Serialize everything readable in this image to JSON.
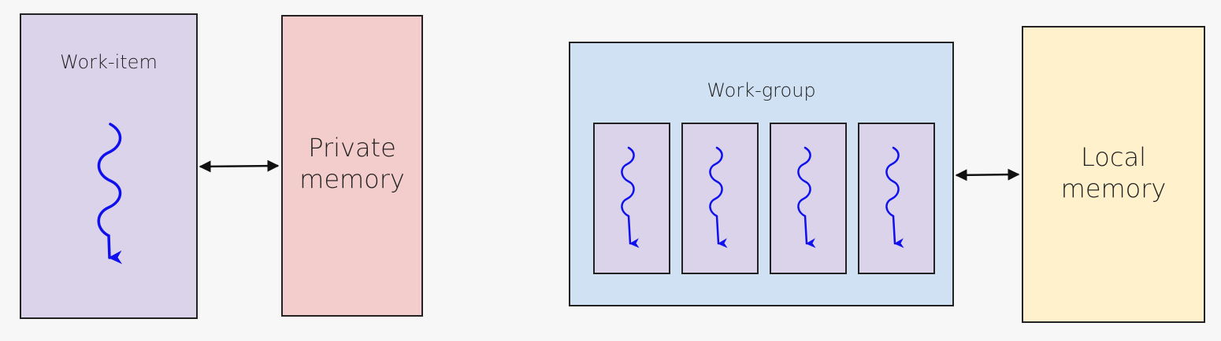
{
  "work_item": {
    "label": "Work-item"
  },
  "private_memory": {
    "label": "Private\nmemory"
  },
  "work_group": {
    "label": "Work-group",
    "items": [
      {
        "kind": "work-item"
      },
      {
        "kind": "work-item"
      },
      {
        "kind": "work-item"
      },
      {
        "kind": "work-item"
      }
    ]
  },
  "local_memory": {
    "label": "Local\nmemory"
  },
  "colors": {
    "work_item_fill": "#dad3ea",
    "private_memory_fill": "#f3cccc",
    "work_group_fill": "#cfe1f3",
    "local_memory_fill": "#fef1cc",
    "thread_stroke": "#1010ee",
    "arrow_stroke": "#111111"
  },
  "icons": {
    "thread": "wavy-arrow-icon",
    "connector": "double-headed-arrow-icon"
  }
}
